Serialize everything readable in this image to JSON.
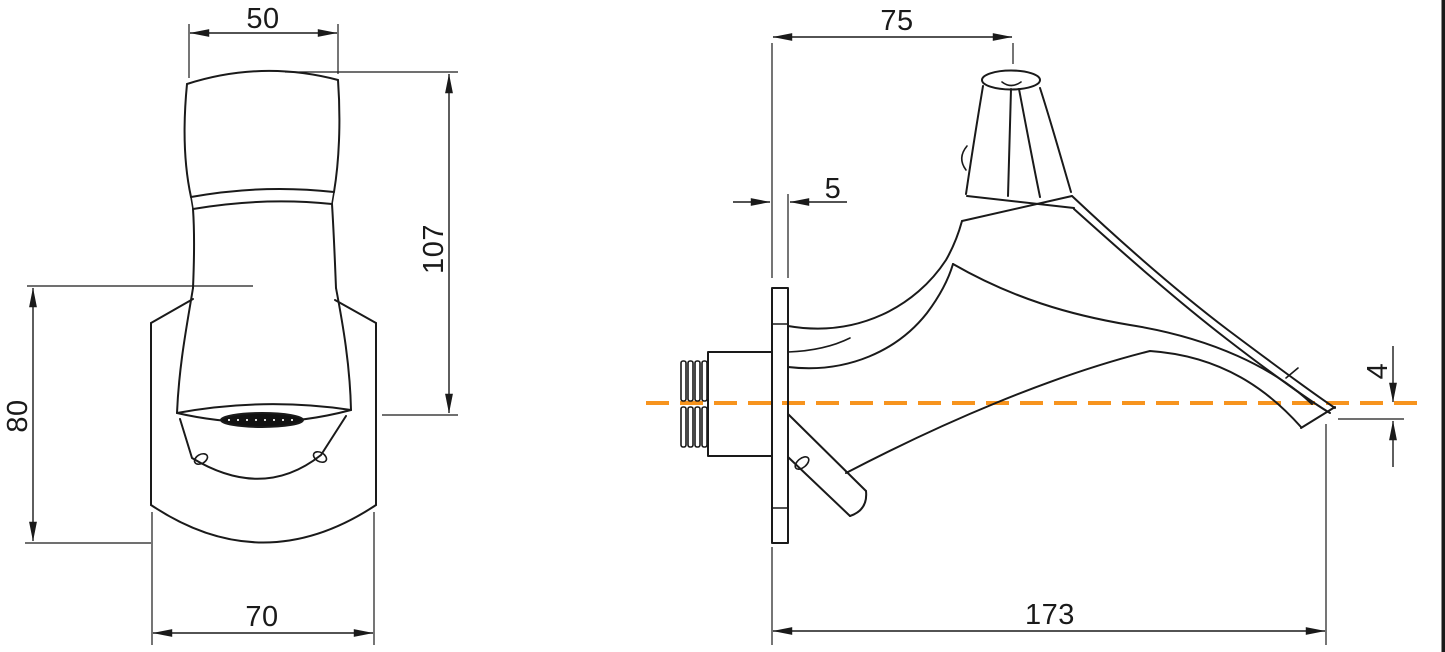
{
  "colors": {
    "line": "#1a1a1a",
    "centerline": "#f7941e",
    "outlet_fill": "#111111",
    "background": "#ffffff"
  },
  "views": {
    "front": {
      "dims": {
        "handle_top_width": "50",
        "overall_height": "107",
        "escutcheon_height": "80",
        "escutcheon_width": "70"
      }
    },
    "side": {
      "dims": {
        "wall_to_handle_axis": "75",
        "escutcheon_thickness": "5",
        "outlet_drop_below_axis": "4",
        "spout_reach": "173"
      }
    }
  }
}
